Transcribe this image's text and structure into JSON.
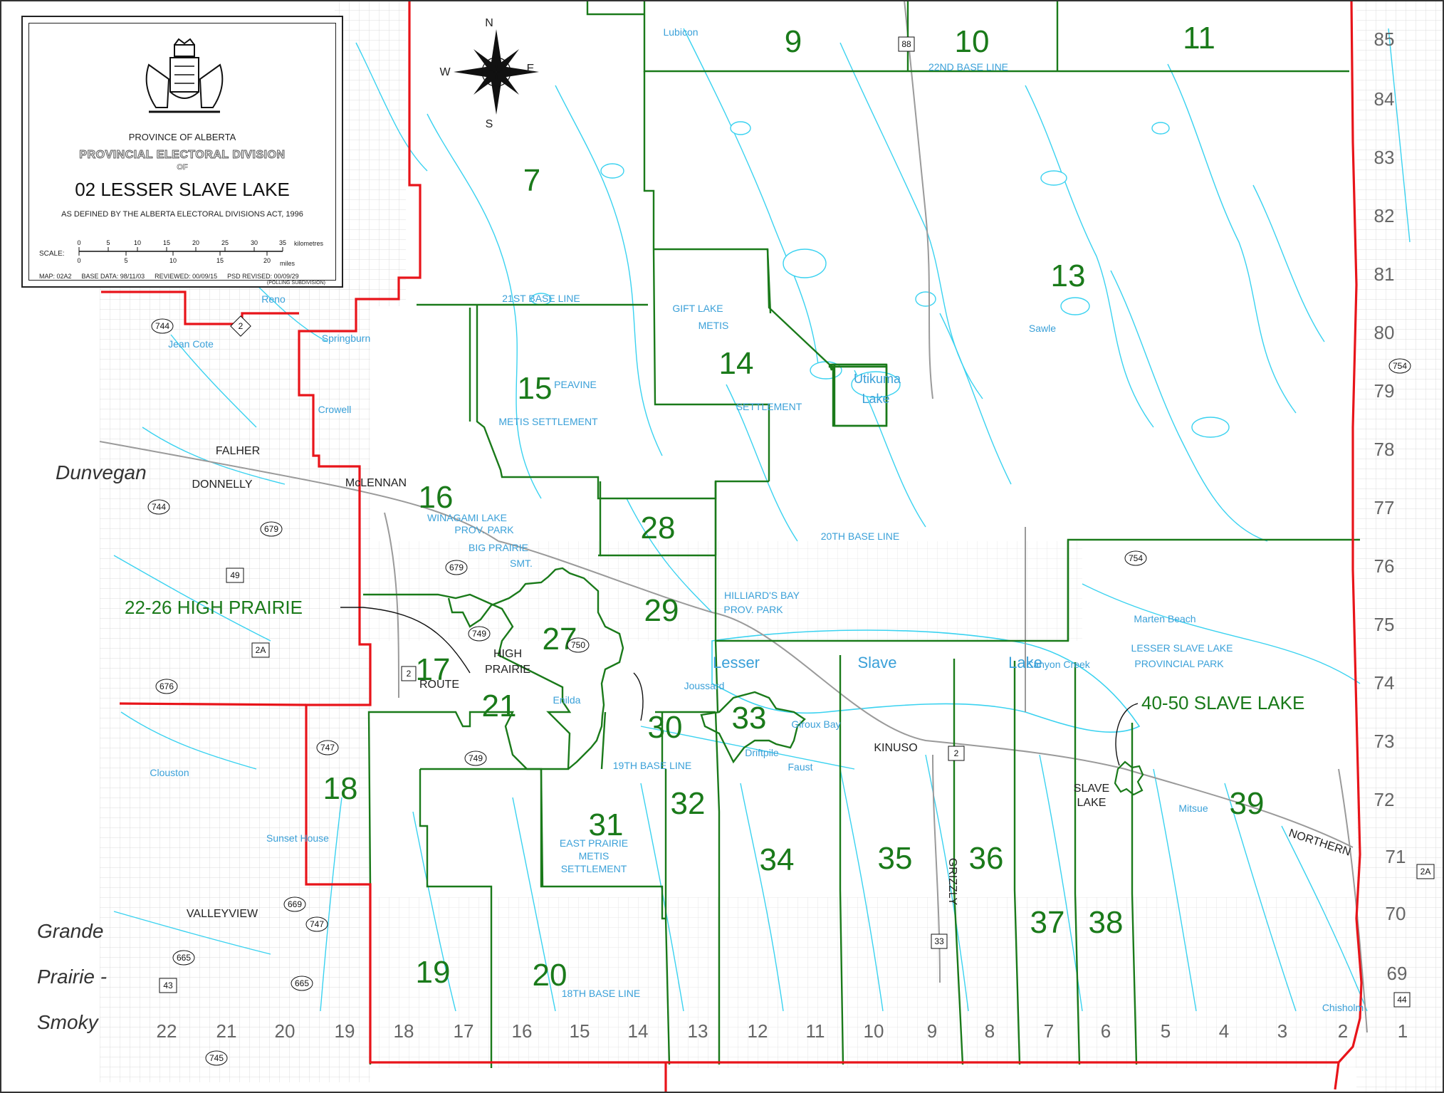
{
  "title_block": {
    "province": "PROVINCE OF ALBERTA",
    "division_heading": "PROVINCIAL ELECTORAL DIVISION",
    "of": "OF",
    "division_name": "02 LESSER SLAVE LAKE",
    "act": "AS DEFINED BY THE ALBERTA ELECTORAL DIVISIONS ACT, 1996",
    "scale_label": "SCALE:",
    "scale_km": [
      "0",
      "5",
      "10",
      "15",
      "20",
      "25",
      "30",
      "35"
    ],
    "scale_km_unit": "kilometres",
    "scale_mi": [
      "0",
      "5",
      "10",
      "15",
      "20"
    ],
    "scale_mi_unit": "miles",
    "map_id": "MAP:  02A2",
    "base_data": "BASE DATA: 98/11/03",
    "reviewed": "REVIEWED:  00/09/15",
    "psd_revised": "PSD REVISED:  00/09/29",
    "polling_note": "(POLLING  SUBDIVISION)",
    "crest_icon": "alberta-coat-of-arms"
  },
  "compass": {
    "n": "N",
    "s": "S",
    "e": "E",
    "w": "W",
    "icon": "compass-rose-icon"
  },
  "colors": {
    "electoral_boundary": "#e8141a",
    "poll_boundary": "#1a7a1a",
    "water": "#3ad2f0",
    "grid": "#c8c8c8",
    "roads": "#9a9a9a"
  },
  "poll_labels": [
    "7",
    "9",
    "10",
    "11",
    "13",
    "14",
    "15",
    "16",
    "17",
    "18",
    "19",
    "20",
    "21",
    "27",
    "28",
    "29",
    "30",
    "31",
    "32",
    "33",
    "34",
    "35",
    "36",
    "37",
    "38",
    "39"
  ],
  "callouts": {
    "high_prairie": "22-26 HIGH PRAIRIE",
    "slave_lake": "40-50 SLAVE LAKE"
  },
  "adjacent_divisions": {
    "dunvegan": "Dunvegan",
    "gpsmoky_1": "Grande",
    "gpsmoky_2": "Prairie -",
    "gpsmoky_3": "Smoky"
  },
  "townships": [
    "85",
    "84",
    "83",
    "82",
    "81",
    "80",
    "79",
    "78",
    "77",
    "76",
    "75",
    "74",
    "73",
    "72",
    "71",
    "70",
    "69"
  ],
  "ranges": [
    "22",
    "21",
    "20",
    "19",
    "18",
    "17",
    "16",
    "15",
    "14",
    "13",
    "12",
    "11",
    "10",
    "9",
    "8",
    "7",
    "6",
    "5",
    "4",
    "3",
    "2",
    "1"
  ],
  "places": {
    "falher": "FALHER",
    "donnelly": "DONNELLY",
    "mclennan": "McLENNAN",
    "high": "HIGH",
    "prairie": "PRAIRIE",
    "route": "ROUTE",
    "kinuso": "KINUSO",
    "slave": "SLAVE",
    "lake": "LAKE",
    "valleyview": "VALLEYVIEW",
    "grizzly": "GRIZZLY",
    "northern": "NORTHERN",
    "enilda": "Enilda",
    "joussard": "Joussard",
    "faust": "Faust",
    "driftpile": "Driftpile"
  },
  "features": {
    "base21": "21ST BASE LINE",
    "base22": "22ND BASE LINE",
    "base20": "20TH BASE LINE",
    "base19": "19TH BASE LINE",
    "base18": "18TH BASE LINE",
    "lesser": "Lesser",
    "slave_lake_water": "Slave",
    "lake_word": "Lake",
    "utikuma": "Utikuma",
    "utikuma_lake": "Lake",
    "gift_lake": "GIFT LAKE",
    "metis": "METIS",
    "settlement": "SETTLEMENT",
    "peavine": "PEAVINE",
    "metis_settlement": "METIS SETTLEMENT",
    "winagami": "WINAGAMI  LAKE",
    "prov_park": "PROV. PARK",
    "big_prairie": "BIG PRAIRIE",
    "smt": "SMT.",
    "hilliards": "HILLIARD'S BAY",
    "hilliards_park": "PROV. PARK",
    "lsl_prov": "LESSER SLAVE LAKE",
    "provincial_park": "PROVINCIAL PARK",
    "east_prairie": "EAST PRAIRIE",
    "east_metis": "METIS",
    "east_settlement": "SETTLEMENT",
    "marten_beach": "Marten Beach",
    "canyon_creek": "Canyon Creek",
    "giroux_bay": "Giroux Bay",
    "mitsue": "Mitsue",
    "sawle": "Sawle",
    "lubicon": "Lubicon",
    "crowell": "Crowell",
    "clouston": "Clouston",
    "sunset_house": "Sunset House",
    "reno": "Reno",
    "springburn": "Springburn",
    "jean_cote": "Jean Cote",
    "chisholm": "Chisholm"
  },
  "highways": [
    "744",
    "2",
    "744",
    "49",
    "679",
    "2A",
    "676",
    "747",
    "669",
    "665",
    "43",
    "745",
    "749",
    "750",
    "679",
    "749",
    "88",
    "754",
    "754",
    "2",
    "33",
    "2A",
    "44",
    "2",
    "747",
    "665"
  ]
}
